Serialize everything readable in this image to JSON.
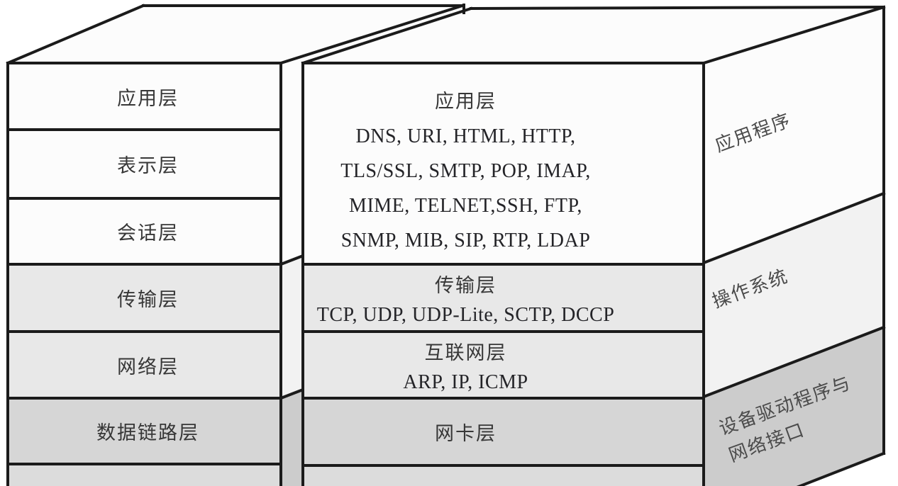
{
  "figure_type": "network-layer-model-comparison",
  "colors": {
    "line": "#1b1b1b",
    "face_white": "#fcfcfc",
    "face_light_gray": "#e8e8e8",
    "face_mid_gray": "#d6d6d6",
    "face_cut_gray": "#dcdcdc",
    "side_band_light": "#f2f2f2",
    "side_band_dark": "#cccccc"
  },
  "osi_stack": {
    "layers": [
      {
        "label": "应用层"
      },
      {
        "label": "表示层"
      },
      {
        "label": "会话层"
      },
      {
        "label": "传输层"
      },
      {
        "label": "网络层"
      },
      {
        "label": "数据链路层"
      },
      {
        "label": ""
      }
    ]
  },
  "tcpip_stack": {
    "application": {
      "title": "应用层",
      "protocol_lines": [
        "DNS, URI, HTML, HTTP,",
        "TLS/SSL, SMTP, POP, IMAP,",
        "MIME, TELNET,SSH, FTP,",
        "SNMP, MIB, SIP, RTP, LDAP"
      ]
    },
    "transport": {
      "title": "传输层",
      "protocols": "TCP, UDP, UDP-Lite, SCTP, DCCP"
    },
    "internet": {
      "title": "互联网层",
      "protocols": "ARP, IP, ICMP"
    },
    "nic": {
      "title": "网卡层"
    }
  },
  "side_panel": {
    "bands": [
      {
        "line1": "应用程序",
        "line2": ""
      },
      {
        "line1": "操作系统",
        "line2": ""
      },
      {
        "line1": "设备驱动程序与",
        "line2": "网络接口"
      }
    ]
  }
}
